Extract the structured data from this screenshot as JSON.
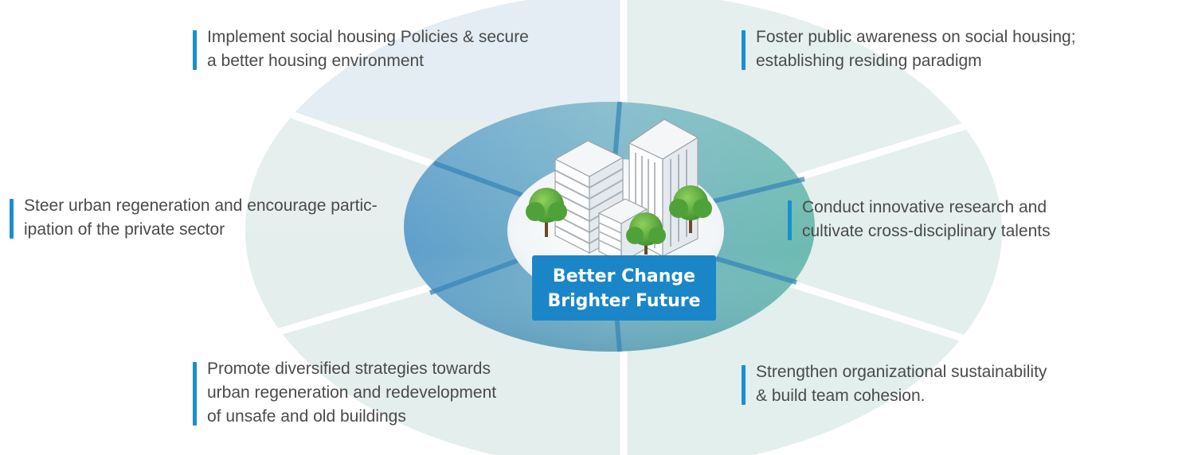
{
  "slogan": {
    "line1": "Better Change",
    "line2": "Brighter Future"
  },
  "goals": {
    "top_left": {
      "line1": "Implement social housing Policies & secure",
      "line2": "a better housing environment"
    },
    "top_right": {
      "line1": "Foster public awareness on social housing;",
      "line2": "establishing residing paradigm"
    },
    "middle_left": {
      "line1": "Steer urban regeneration and encourage partic-",
      "line2": "ipation of the private sector"
    },
    "middle_right": {
      "line1": "Conduct innovative research and",
      "line2": "cultivate cross-disciplinary talents"
    },
    "bottom_left": {
      "line1": "Promote diversified strategies towards",
      "line2": "urban regeneration and redevelopment",
      "line3": "of unsafe and old buildings"
    },
    "bottom_right": {
      "line1": "Strengthen organizational sustainability",
      "line2": "& build team cohesion."
    }
  },
  "colors": {
    "accent_bar": "#1a8fd0",
    "slogan_bg": "#1a86c8",
    "ring_blue": "#5a9fc9",
    "ring_teal": "#6ab8b0",
    "text": "#4a4a4a"
  },
  "icons": [
    "buildings-illustration",
    "tree-icon"
  ]
}
